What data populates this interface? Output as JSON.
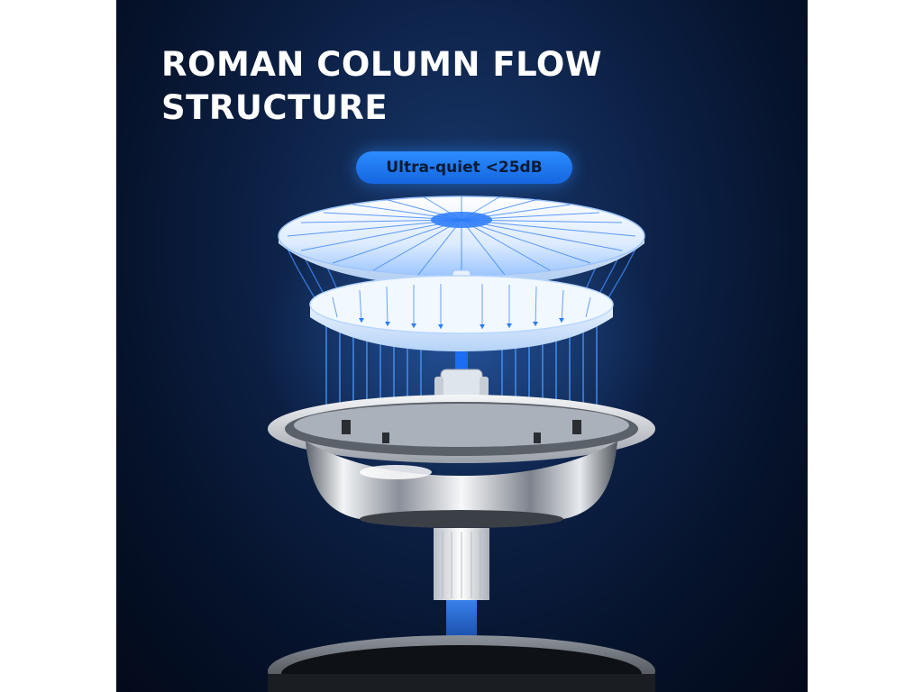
{
  "headline": {
    "line1": "ROMAN COLUMN FLOW",
    "line2": "STRUCTURE"
  },
  "badge": {
    "label": "Ultra-quiet <25dB"
  },
  "colors": {
    "background_dark": "#06132c",
    "water_blue": "#2b8cff",
    "disc_white": "#eaf3ff",
    "steel": "#c9ced6"
  }
}
